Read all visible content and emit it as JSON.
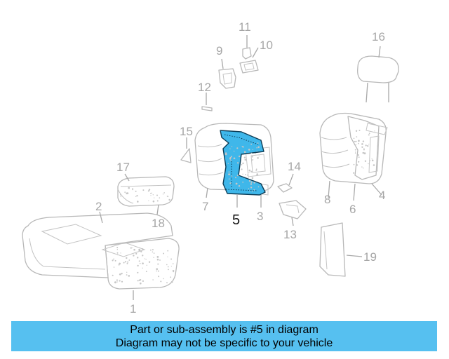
{
  "diagram": {
    "callouts": [
      "1",
      "2",
      "3",
      "4",
      "5",
      "6",
      "7",
      "8",
      "9",
      "10",
      "11",
      "12",
      "13",
      "14",
      "15",
      "16",
      "17",
      "18",
      "19"
    ],
    "highlighted_part": "5",
    "colors": {
      "highlight_fill": "#3fb7ea",
      "highlight_stroke": "#0d3c55",
      "line_art": "#b8b8b8",
      "banner": "#56c0f0"
    }
  },
  "banner": {
    "line1": "Part or sub-assembly is #5 in diagram",
    "line2": "Diagram may not be specific to your vehicle"
  }
}
